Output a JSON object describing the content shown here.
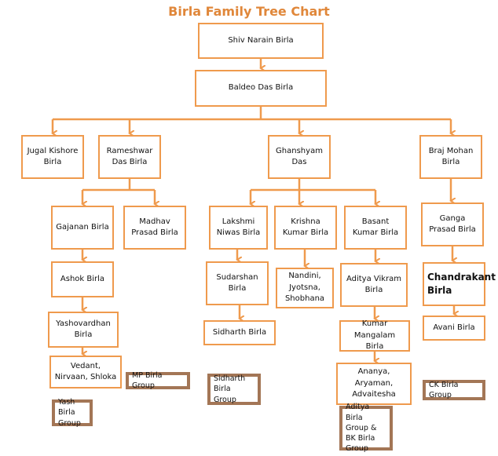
{
  "title": "Birla Family Tree Chart",
  "people": {
    "shiv_narain": "Shiv Narain Birla",
    "baldeo_das": "Baldeo Das Birla",
    "jugal_kishore": "Jugal Kishore Birla",
    "rameshwar_das": "Rameshwar Das Birla",
    "ghanshyam_das": "Ghanshyam Das",
    "braj_mohan": "Braj Mohan Birla",
    "gajanan": "Gajanan Birla",
    "madhav_prasad": "Madhav Prasad Birla",
    "lakshmi_niwas": "Lakshmi Niwas Birla",
    "krishna_kumar": "Krishna Kumar Birla",
    "basant_kumar": "Basant Kumar Birla",
    "ganga_prasad": "Ganga Prasad Birla",
    "ashok": "Ashok Birla",
    "sudarshan": "Sudarshan Birla",
    "nandini_jyotsna_shobhana": "Nandini, Jyotsna, Shobhana",
    "aditya_vikram": "Aditya Vikram Birla",
    "chandrakant": "Chandrakant Birla",
    "yashovardhan": "Yashovardhan Birla",
    "sidharth": "Sidharth Birla",
    "kumar_mangalam": "Kumar Mangalam Birla",
    "avani": "Avani Birla",
    "vedant_nirvaan_shloka": "Vedant, Nirvaan, Shloka",
    "ananya_aryaman_advaitesha": "Ananya, Aryaman, Advaitesha"
  },
  "groups": {
    "yash": "Yash Birla Group",
    "mp": "MP Birla Group",
    "sidharth": "Sidharth Birla Group",
    "aditya_bk": "Aditya Birla Group & BK Birla Group",
    "ck": "CK Birla Group"
  },
  "colors": {
    "box_border": "#ef9a4d",
    "connector": "#ef9a4d",
    "group_border": "#a37656",
    "title": "#e0873a"
  }
}
